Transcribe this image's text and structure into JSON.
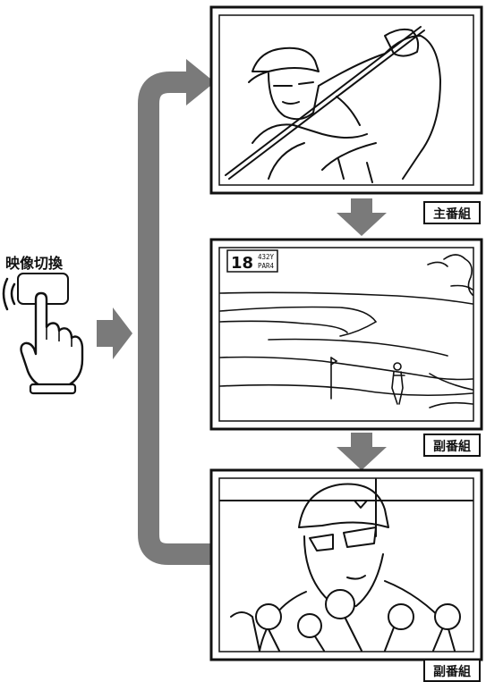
{
  "switch_label": "映像切換",
  "screens": [
    {
      "caption": "主番組"
    },
    {
      "caption": "副番組",
      "hole": "18",
      "yardage": "432Y",
      "par": "PAR4"
    },
    {
      "caption": "副番組"
    }
  ],
  "colors": {
    "arrow": "#7a7a7a",
    "line": "#111111",
    "frame_fill": "#ffffff"
  }
}
